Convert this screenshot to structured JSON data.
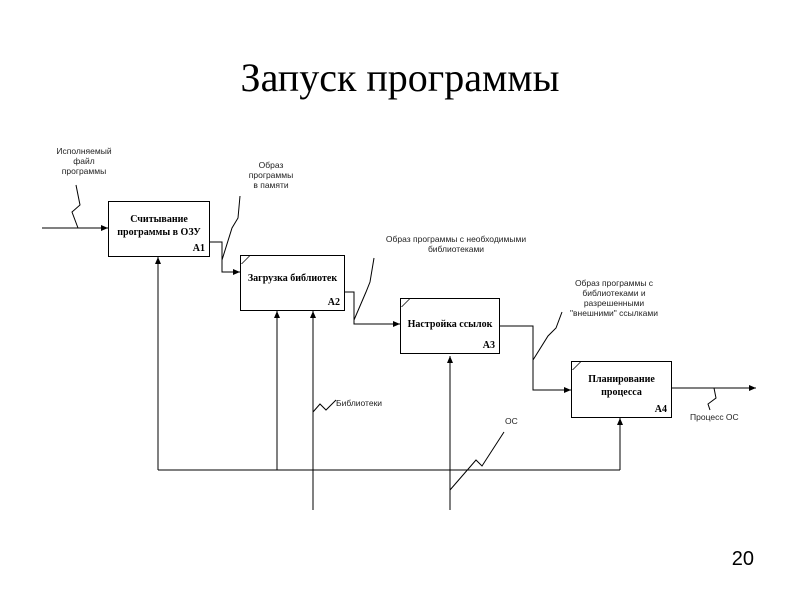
{
  "slide": {
    "title": "Запуск программы",
    "page_number": "20"
  },
  "blocks": [
    {
      "name_line1": "Считывание",
      "name_line2": "программы в ОЗУ",
      "code": "A1"
    },
    {
      "name_line1": "Загрузка библиотек",
      "name_line2": "",
      "code": "A2"
    },
    {
      "name_line1": "Настройка ссылок",
      "name_line2": "",
      "code": "A3"
    },
    {
      "name_line1": "Планирование",
      "name_line2": "процесса",
      "code": "A4"
    }
  ],
  "arrows": {
    "input_exe": [
      "Исполняемый",
      "файл",
      "программы"
    ],
    "image_in_memory": [
      "Образ",
      "программы",
      "в памяти"
    ],
    "image_with_libs": [
      "Образ программы с необходимыми",
      "библиотеками"
    ],
    "image_with_ext_links": [
      "Образ программы с",
      "библиотеками и",
      "разрешенными",
      "\"внешними\" ссылками"
    ],
    "libraries": "Библиотеки",
    "os": "ОС",
    "os_process": "Процесс ОС"
  }
}
